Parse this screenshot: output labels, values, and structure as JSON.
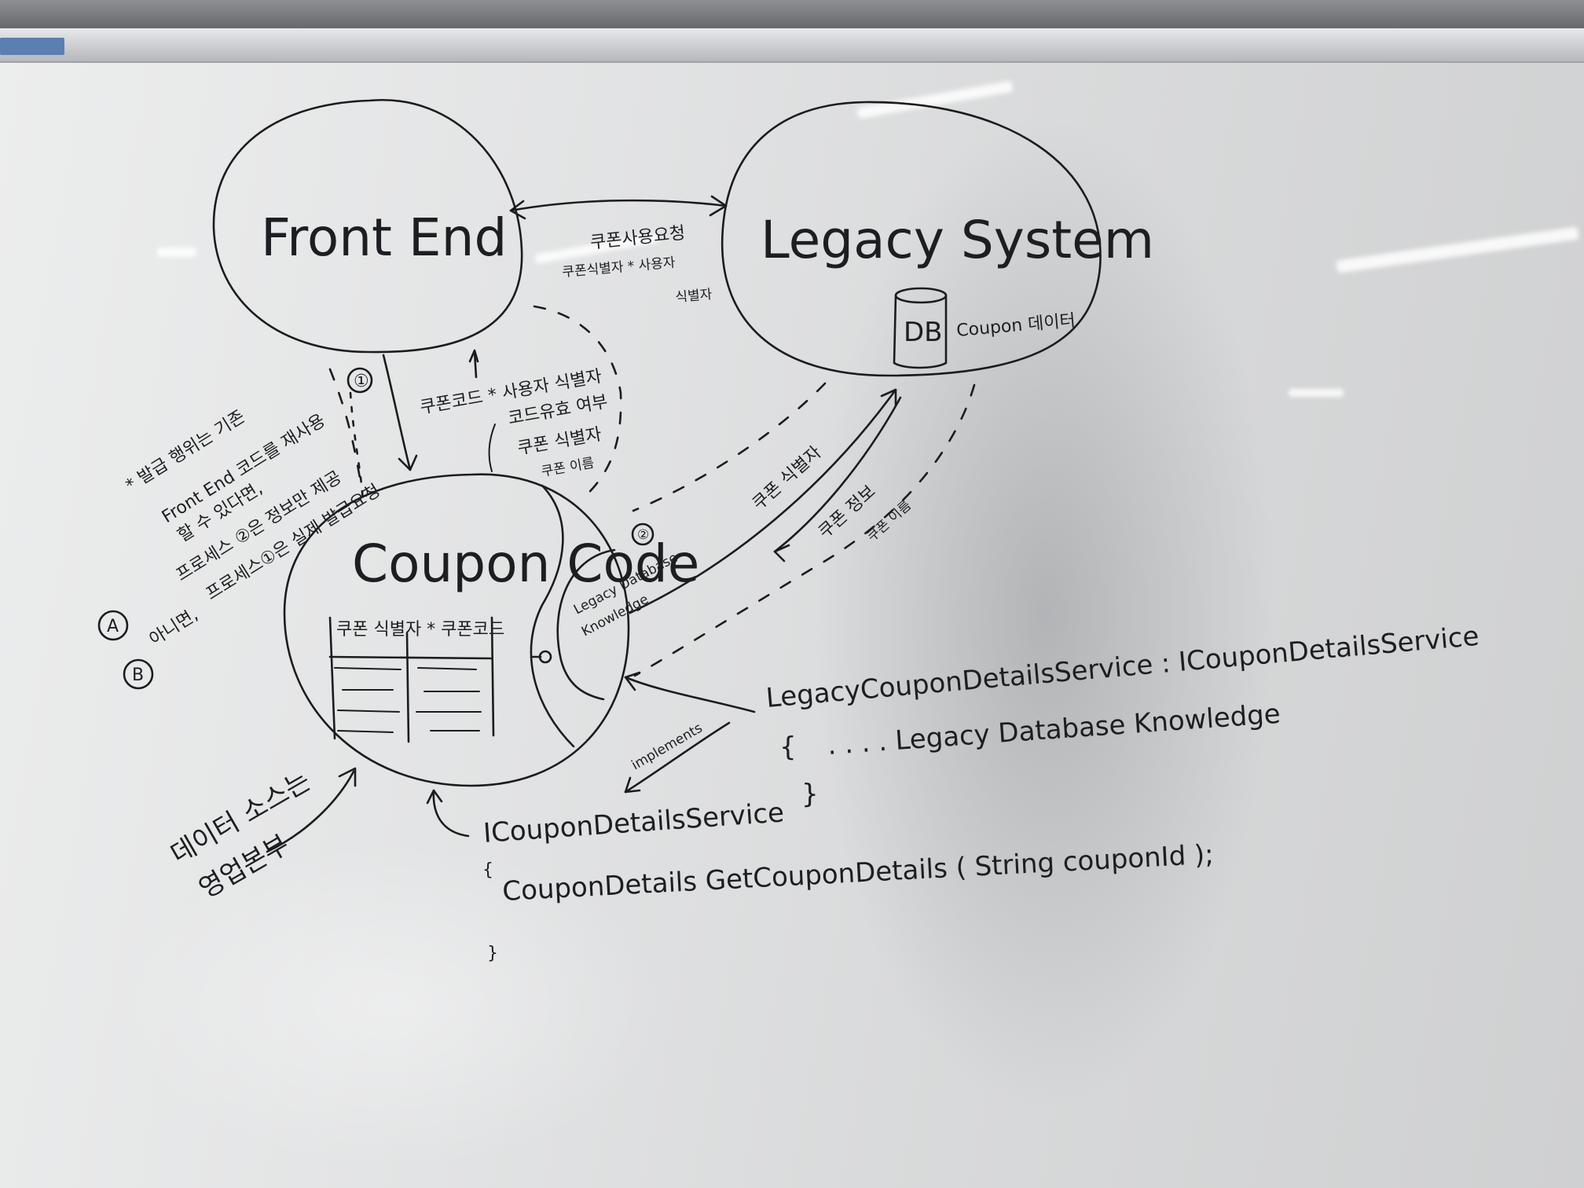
{
  "photo": {
    "subject": "whiteboard",
    "sticker_text": "",
    "ink_color": "#1b1c1f"
  },
  "diagram": {
    "nodes": {
      "frontend": "Front End",
      "legacy": "Legacy System",
      "db": "DB",
      "coupon_db_label": "Coupon 데이터",
      "coupon_code": "Coupon Code",
      "legacy_knowledge_1": "Legacy Database",
      "legacy_knowledge_2": "Knowledge",
      "table_header": "쿠폰 식별자 * 쿠폰코드"
    },
    "labels": {
      "step1": "①",
      "step2": "②",
      "request_1": "쿠폰코드 * 사용자 식별자",
      "validity_1": "코드유효 여부",
      "validity_2": "쿠폰 식별자",
      "validity_3": "쿠폰 이름",
      "top_1": "쿠폰사용요청",
      "top_2": "쿠폰식별자 * 사용자",
      "top_3": "식별자",
      "coupon_id": "쿠폰 식별자",
      "coupon_info_1": "쿠폰 정보",
      "coupon_info_2": "쿠폰 이름",
      "note_1": "* 발급 행위는 기존",
      "note_2": "Front End 코드를 재사용",
      "note_3": "할 수 있다면,",
      "note_4": "프로세스 ②은 정보만 제공",
      "note_5": "프로세스①은 실제 발급요청",
      "note_a_marker": "A",
      "note_b_marker": "B",
      "note_b_text": "아니면,",
      "data_source_1": "데이터 소스는",
      "data_source_2": "영업본부",
      "implements": "implements"
    },
    "code": {
      "legacy_class": "LegacyCouponDetailsService : ICouponDetailsService",
      "legacy_open": "{",
      "legacy_body": ". . . .  Legacy  Database  Knowledge",
      "legacy_close": "}",
      "iface": "ICouponDetailsService",
      "iface_open": "{",
      "iface_method": "CouponDetails  GetCouponDetails ( String couponId );",
      "iface_close": "}"
    }
  }
}
